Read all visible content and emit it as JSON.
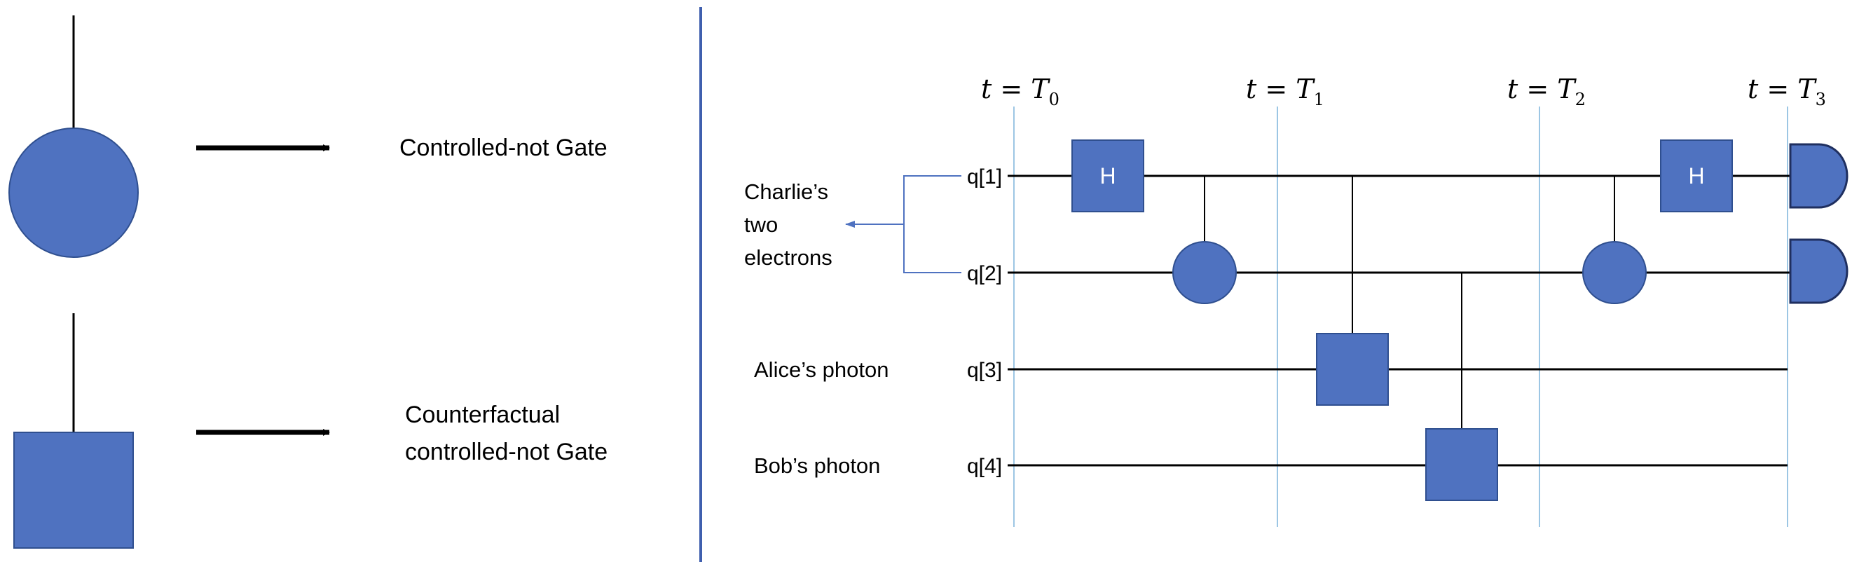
{
  "colors": {
    "gate_fill": "#4f72c0",
    "gate_stroke": "#2f4f8f",
    "time_line": "#9cc6e4",
    "divider": "#3f5fae",
    "bracket": "#4f72c0",
    "wire": "#000000",
    "gate_text": "#ffffff"
  },
  "legend": {
    "cnot_label": "Controlled-not Gate",
    "counterfactual_label_line1": "Counterfactual",
    "counterfactual_label_line2": "controlled-not Gate"
  },
  "circuit": {
    "time_labels": [
      {
        "t": "t",
        "eq": " = ",
        "T": "T",
        "sub": "0"
      },
      {
        "t": "t",
        "eq": " = ",
        "T": "T",
        "sub": "1"
      },
      {
        "t": "t",
        "eq": " = ",
        "T": "T",
        "sub": "2"
      },
      {
        "t": "t",
        "eq": " = ",
        "T": "T",
        "sub": "3"
      }
    ],
    "qubits": [
      "q[1]",
      "q[2]",
      "q[3]",
      "q[4]"
    ],
    "group_label_lines": [
      "Charlie’s",
      "two",
      "electrons"
    ],
    "alice_label": "Alice’s photon",
    "bob_label": "Bob’s photon",
    "hadamard_label": "H"
  }
}
